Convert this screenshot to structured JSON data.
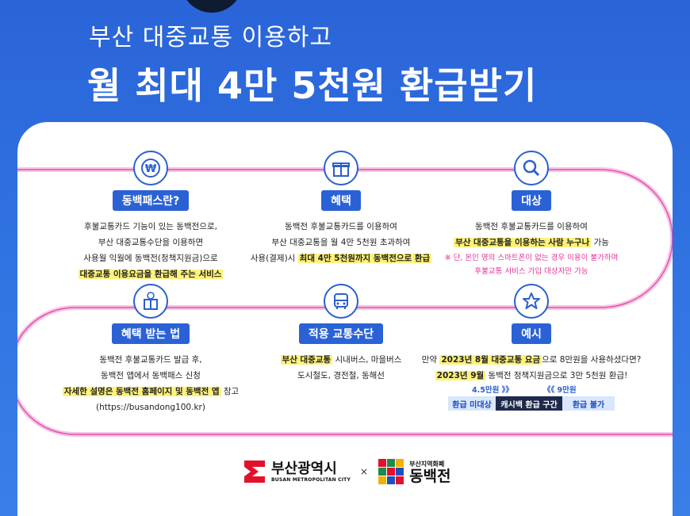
{
  "header": {
    "line1": "부산 대중교통 이용하고",
    "line2": "월 최대 4만 5천원 환급받기"
  },
  "sections": {
    "dongbaek_pass": {
      "title": "동백패스란?",
      "l1": "후불교통카드 기능이 있는 동백전으로,",
      "l2": "부산 대중교통수단을 이용하면",
      "l3": "사용월 익월에 동백전(정책지원금)으로",
      "l4": "대중교통 이용요금을 환급해 주는 서비스"
    },
    "benefit": {
      "title": "혜택",
      "l1": "동백전 후불교통카드를 이용하여",
      "l2": "부산 대중교통을 월 4만 5천원 초과하여",
      "l3a": "사용(결제)시 ",
      "l3b": "최대 4만 5천원까지 동백전으로 환급"
    },
    "target": {
      "title": "대상",
      "l1": "동백전 후불교통카드를 이용하여",
      "l2a": "부산 대중교통을 이용하는 사람 누구나",
      "l2b": " 가능",
      "n1": "※ 단, 본인 명의 스마트폰이 없는 경우 이용이 불가하며",
      "n2": "후불교통 서비스 가입 대상자만 가능"
    },
    "how": {
      "title": "혜택 받는 법",
      "l1": "동백전 후불교통카드 발급 후,",
      "l2": "동백전 앱에서 동백패스 신청",
      "l3a": "자세한 설명은 동백전 홈페이지 및 동백전 앱",
      "l3b": " 참고",
      "l4": "(https://busandong100.kr)"
    },
    "transport": {
      "title": "적용 교통수단",
      "l1a": "부산 대중교통",
      "l1b": " 시내버스, 마을버스",
      "l2": "도시철도, 경전철, 동해선"
    },
    "example": {
      "title": "예시",
      "l1a": "만약 ",
      "l1b": "2023년 8월 대중교통 요금",
      "l1c": "으로 8만원을 사용하셨다면?",
      "l2a": "2023년 9월",
      "l2b": " 동백전 정책지원금으로 3만 5천원 환급!",
      "mark_left": "4.5만원 》》",
      "mark_right": "《《 9만원",
      "seg1": "환급 미대상",
      "seg2": "캐시백 환급 구간",
      "seg3": "환급 불가"
    }
  },
  "footer": {
    "busan_ko": "부산광역시",
    "busan_en": "BUSAN METROPOLITAN CITY",
    "x": "×",
    "dong_sub": "부산지역화폐",
    "dong_ko": "동백전"
  },
  "colors": {
    "background": "#2f70e0",
    "accent_blue": "#2a62d6",
    "track_pink": "#e84fb0",
    "highlight": "#fff27a",
    "note_pink": "#e6329a"
  }
}
